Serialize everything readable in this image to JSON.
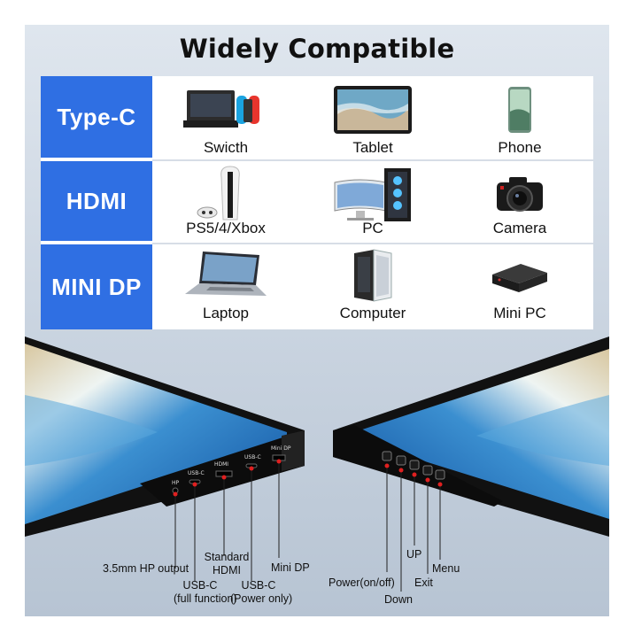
{
  "title": "Widely Compatible",
  "rows": [
    {
      "type": "Type-C",
      "devices": [
        {
          "label": "Swicth",
          "icon": "game-console-icon"
        },
        {
          "label": "Tablet",
          "icon": "tablet-icon"
        },
        {
          "label": "Phone",
          "icon": "phone-icon"
        }
      ]
    },
    {
      "type": "HDMI",
      "devices": [
        {
          "label": "PS5/4/Xbox",
          "icon": "ps5-console-icon"
        },
        {
          "label": "PC",
          "icon": "pc-icon"
        },
        {
          "label": "Camera",
          "icon": "camera-icon"
        }
      ]
    },
    {
      "type": "MINI DP",
      "devices": [
        {
          "label": "Laptop",
          "icon": "laptop-icon"
        },
        {
          "label": "Computer",
          "icon": "computer-tower-icon"
        },
        {
          "label": "Mini PC",
          "icon": "mini-pc-icon"
        }
      ]
    }
  ],
  "left_ports": {
    "port_prints": [
      "HP",
      "USB-C",
      "HDMI",
      "USB-C",
      "Mini DP"
    ],
    "callouts": {
      "hp": "3.5mm HP output",
      "usbc_full_line1": "USB-C",
      "usbc_full_line2": "(full function)",
      "hdmi_line1": "Standard",
      "hdmi_line2": "HDMI",
      "usbc_power_line1": "USB-C",
      "usbc_power_line2": "(Power only)",
      "minidp": "Mini DP"
    }
  },
  "right_buttons": {
    "callouts": {
      "power": "Power(on/off)",
      "down": "Down",
      "up": "UP",
      "exit": "Exit",
      "menu": "Menu"
    }
  },
  "colors": {
    "accent_blue": "#2f6fe3",
    "callout_red": "#e02020"
  }
}
